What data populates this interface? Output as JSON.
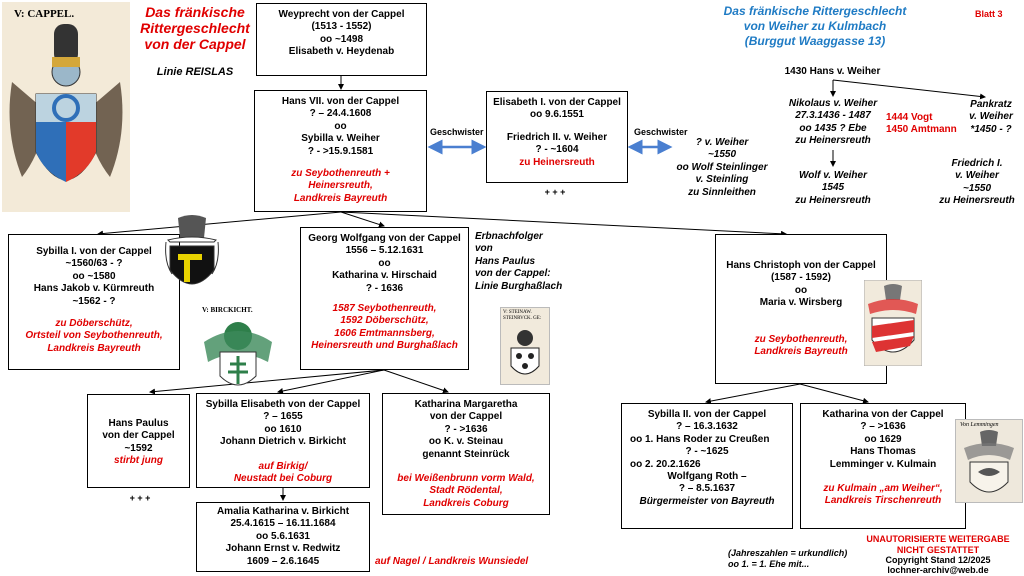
{
  "header": {
    "title_lines": [
      "Das fränkische",
      "Rittergeschlecht",
      "von der Cappel"
    ],
    "subtitle": "Linie REISLAS",
    "right_title_lines": [
      "Das fränkische Rittergeschlecht",
      "von Weiher zu Kulmbach",
      "(Burggut Waaggasse 13)"
    ],
    "sheet": "Blatt 3",
    "crest_label_cappel": "V: CAPPEL.",
    "crest_label_birckicht": "V: BIRCKICHT.",
    "crest_label_steinau": "V: STEINAW. STEINRVCK. GE:",
    "crest_label_lemmingen": "Von Lemmingen"
  },
  "people": {
    "weyprecht": [
      "Weyprecht von der Cappel",
      "(1513 - 1552)",
      "oo ~1498",
      "Elisabeth v. Heydenab"
    ],
    "hans7": [
      "Hans VII. von der Cappel",
      "? – 24.4.1608",
      "oo",
      "Sybilla  v. Weiher",
      "? - >15.9.1581"
    ],
    "hans7_place": [
      "zu Seybothenreuth  +",
      "Heinersreuth,",
      "Landkreis Bayreuth"
    ],
    "elisabeth1": [
      "Elisabeth I. von der Cappel",
      "oo 9.6.1551",
      "",
      "Friedrich II. v. Weiher",
      "? - ~1604"
    ],
    "elisabeth1_place": "zu Heinersreuth",
    "elisabeth1_more": "+ + +",
    "sybilla1": [
      "Sybilla I. von der Cappel",
      "~1560/63 - ?",
      "oo ~1580",
      "Hans Jakob v. Kürmreuth",
      "~1562 - ?"
    ],
    "sybilla1_place": [
      "zu Döberschütz,",
      "Ortsteil von Seybothenreuth,",
      "Landkreis Bayreuth"
    ],
    "georg": [
      "Georg Wolfgang von der Cappel",
      "1556 – 5.12.1631",
      "oo",
      "Katharina v. Hirschaid",
      "? - 1636"
    ],
    "georg_place": [
      "1587  Seybothenreuth,",
      "1592 Döberschütz,",
      "1606 Emtmannsberg,",
      "Heinersreuth  und Burghaßlach"
    ],
    "successor_note": [
      "Erbnachfolger",
      "von",
      "Hans Paulus",
      "von der Cappel:",
      "Linie Burghaßlach"
    ],
    "hans_christoph": [
      "Hans Christoph  von der Cappel",
      "(1587 - 1592)",
      "oo",
      "Maria v. Wirsberg"
    ],
    "hans_christoph_place": [
      "zu Seybothenreuth,",
      "Landkreis Bayreuth"
    ],
    "hans_paulus": [
      "Hans Paulus",
      "von der Cappel",
      "~1592"
    ],
    "hans_paulus_note": "stirbt  jung",
    "hans_paulus_more": "+ + +",
    "sybilla_elisabeth": [
      "Sybilla Elisabeth von der Cappel",
      "? – 1655",
      "oo 1610",
      "Johann Dietrich v. Birkicht"
    ],
    "sybilla_elisabeth_place": [
      "auf Birkig/",
      "Neustadt  bei Coburg"
    ],
    "katharina_margaretha": [
      "Katharina Margaretha",
      "von der Cappel",
      "? - >1636",
      "oo K. v. Steinau",
      "genannt Steinrück"
    ],
    "katharina_margaretha_place": [
      "bei Weißenbrunn vorm Wald,",
      "Stadt Rödental,",
      "Landkreis Coburg"
    ],
    "amalia": [
      "Amalia Katharina v. Birkicht",
      "25.4.1615 – 16.11.1684",
      "oo 5.6.1631",
      "Johann Ernst  v. Redwitz",
      "1609 – 2.6.1645"
    ],
    "amalia_place": "auf Nagel / Landkreis Wunsiedel",
    "sybilla2": [
      "Sybilla II. von der Cappel",
      "? – 16.3.1632",
      "oo 1.  Hans Roder zu Creußen",
      "? - ~1625",
      "oo 2.  20.2.1626",
      "Wolfgang Roth –",
      "? – 8.5.1637",
      "Bürgermeister  von Bayreuth"
    ],
    "katharina": [
      "Katharina von der Cappel",
      "? – >1636",
      "oo 1629",
      "Hans Thomas",
      "Lemminger v. Kulmain"
    ],
    "katharina_place": [
      "zu Kulmain „am Weiher“,",
      "Landkreis Tirschenreuth"
    ]
  },
  "weiher": {
    "hans": "1430 Hans  v. Weiher",
    "nikolaus": [
      "Nikolaus v. Weiher",
      "27.3.1436 - 1487",
      "oo 1435 ? Ebe",
      "zu Heinersreuth"
    ],
    "nikolaus_notes": [
      "1444 Vogt",
      "1450 Amtmann"
    ],
    "pankratz": [
      "Pankratz",
      "v. Weiher",
      "*1450 - ?"
    ],
    "wolf": [
      "Wolf v. Weiher",
      "1545",
      "zu Heinersreuth"
    ],
    "friedrich1": [
      "Friedrich I.",
      "v. Weiher",
      "~1550",
      "zu Heinersreuth"
    ],
    "weiher_sibling": [
      "? v. Weiher",
      "~1550",
      "oo Wolf Steinlinger",
      "v. Steinling",
      "zu Sinnleithen"
    ]
  },
  "labels": {
    "geschwister_left": "Geschwister",
    "geschwister_right": "Geschwister"
  },
  "footer": {
    "warning": [
      "UNAUTORISIERTE  WEITERGABE",
      "NICHT GESTATTET"
    ],
    "copyright": [
      "Copyright Stand 12/2025",
      "lochner-archiv@web.de"
    ],
    "legend": [
      "(Jahreszahlen = urkundlich)",
      "oo 1. = 1. Ehe mit..."
    ]
  },
  "colors": {
    "title_red": "#e00000",
    "title_blue": "#1f7bc4",
    "arrow_blue": "#4a7fd0"
  }
}
